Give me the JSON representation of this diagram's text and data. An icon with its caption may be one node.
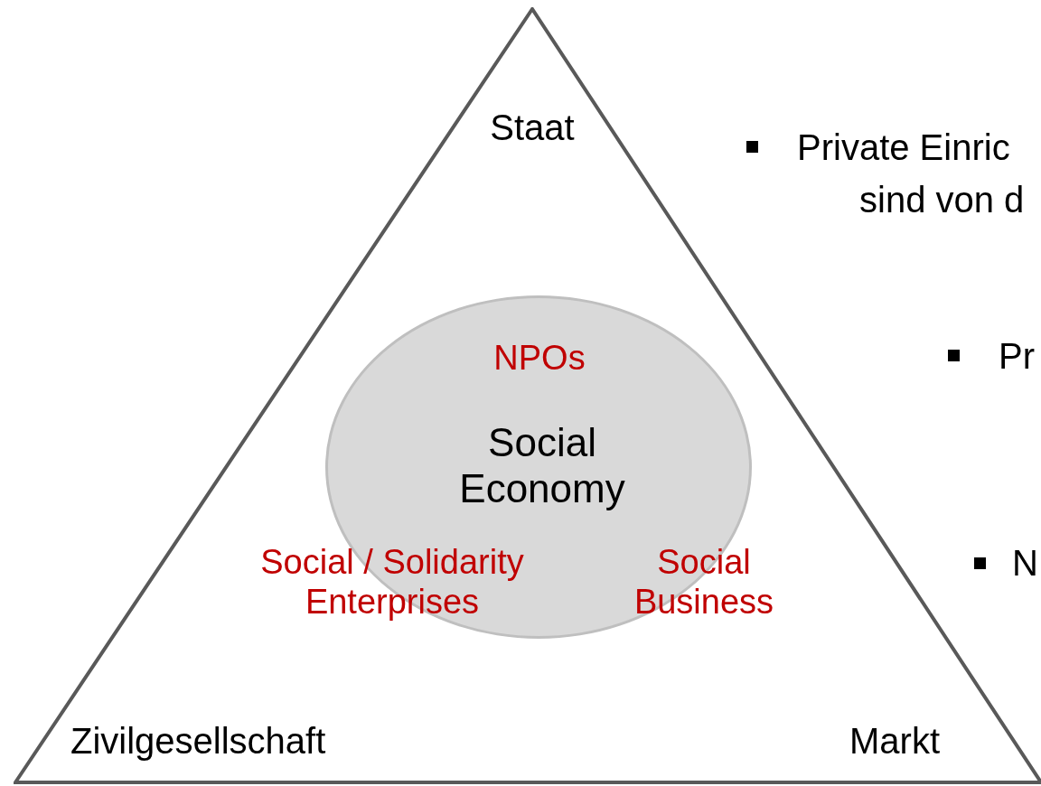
{
  "diagram": {
    "nodes": [
      {
        "text": [
          "Staat",
          "Zivilgesellschaft",
          "Markt"
        ]
      },
      {
        "text": [
          "NPOs",
          "Social Economy",
          "Social / Solidarity Enterprises",
          "Social Business"
        ],
        "in": 0
      }
    ],
    "edges": [],
    "labels": [
      "Private Einric",
      "sind von d",
      "Pr",
      "N"
    ]
  }
}
